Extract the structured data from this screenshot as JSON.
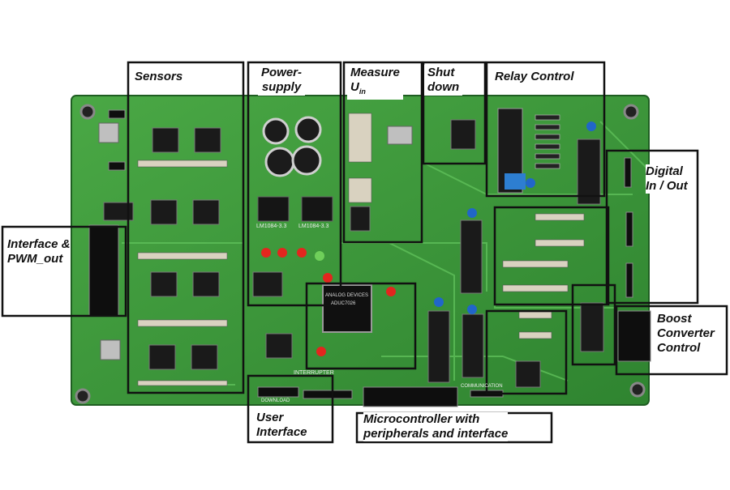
{
  "photo": {
    "board_color": "#3f9a3a",
    "frame_color": "#111111",
    "label_bg": "#ffffff"
  },
  "labels": {
    "sensors": "Sensors",
    "power_supply_1": "Power-",
    "power_supply_2": "supply",
    "measure_1": "Measure",
    "measure_2": "U",
    "measure_sub": "in",
    "shutdown_1": "Shut",
    "shutdown_2": "down",
    "relay_control": "Relay Control",
    "digital_1": "Digital",
    "digital_2": "In / Out",
    "interface_1": "Interface &",
    "interface_2": "PWM_out",
    "boost_1": "Boost",
    "boost_2": "Converter",
    "boost_3": "Control",
    "user_interface_1": "User",
    "user_interface_2": "Interface",
    "micro_1": "Microcontroller with",
    "micro_2": "peripherals and interface"
  },
  "silkscreen": {
    "chip_text_1": "ANALOG DEVICES",
    "chip_text_2": "ADUC7026",
    "reg_1": "LM1084-3.3",
    "reg_2": "LM1084-3.3",
    "interrupter": "INTERRUPTER",
    "download": "DOWNLOAD",
    "communication": "COMMUNICATION"
  }
}
